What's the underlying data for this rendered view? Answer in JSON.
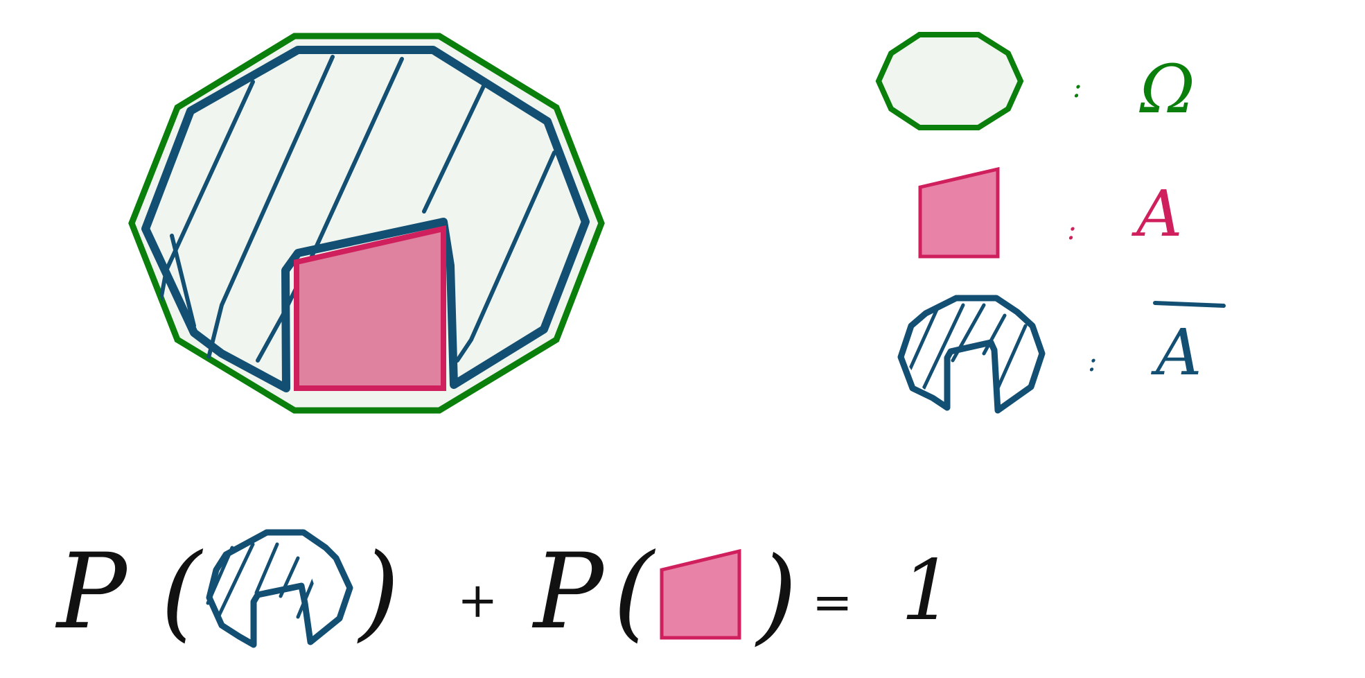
{
  "legend": [
    {
      "id": "omega",
      "symbol": "Ω",
      "separator": ":",
      "color": "#0b7f0b"
    },
    {
      "id": "a",
      "symbol": "A",
      "separator": ":",
      "color": "#cf1f5c"
    },
    {
      "id": "a-bar",
      "symbol": "A",
      "overbar": true,
      "separator": ":",
      "color": "#134f72"
    }
  ],
  "equation": {
    "prob_symbol": "P",
    "open_paren": "(",
    "close_paren": ")",
    "plus": "+",
    "equals": "=",
    "result": "1"
  },
  "colors": {
    "omega_stroke": "#0b7f0b",
    "omega_fill": "#f0f6ef",
    "event_stroke": "#cf1f5c",
    "event_fill": "#e882a6",
    "complement_stroke": "#134f72",
    "ink": "#111111"
  }
}
